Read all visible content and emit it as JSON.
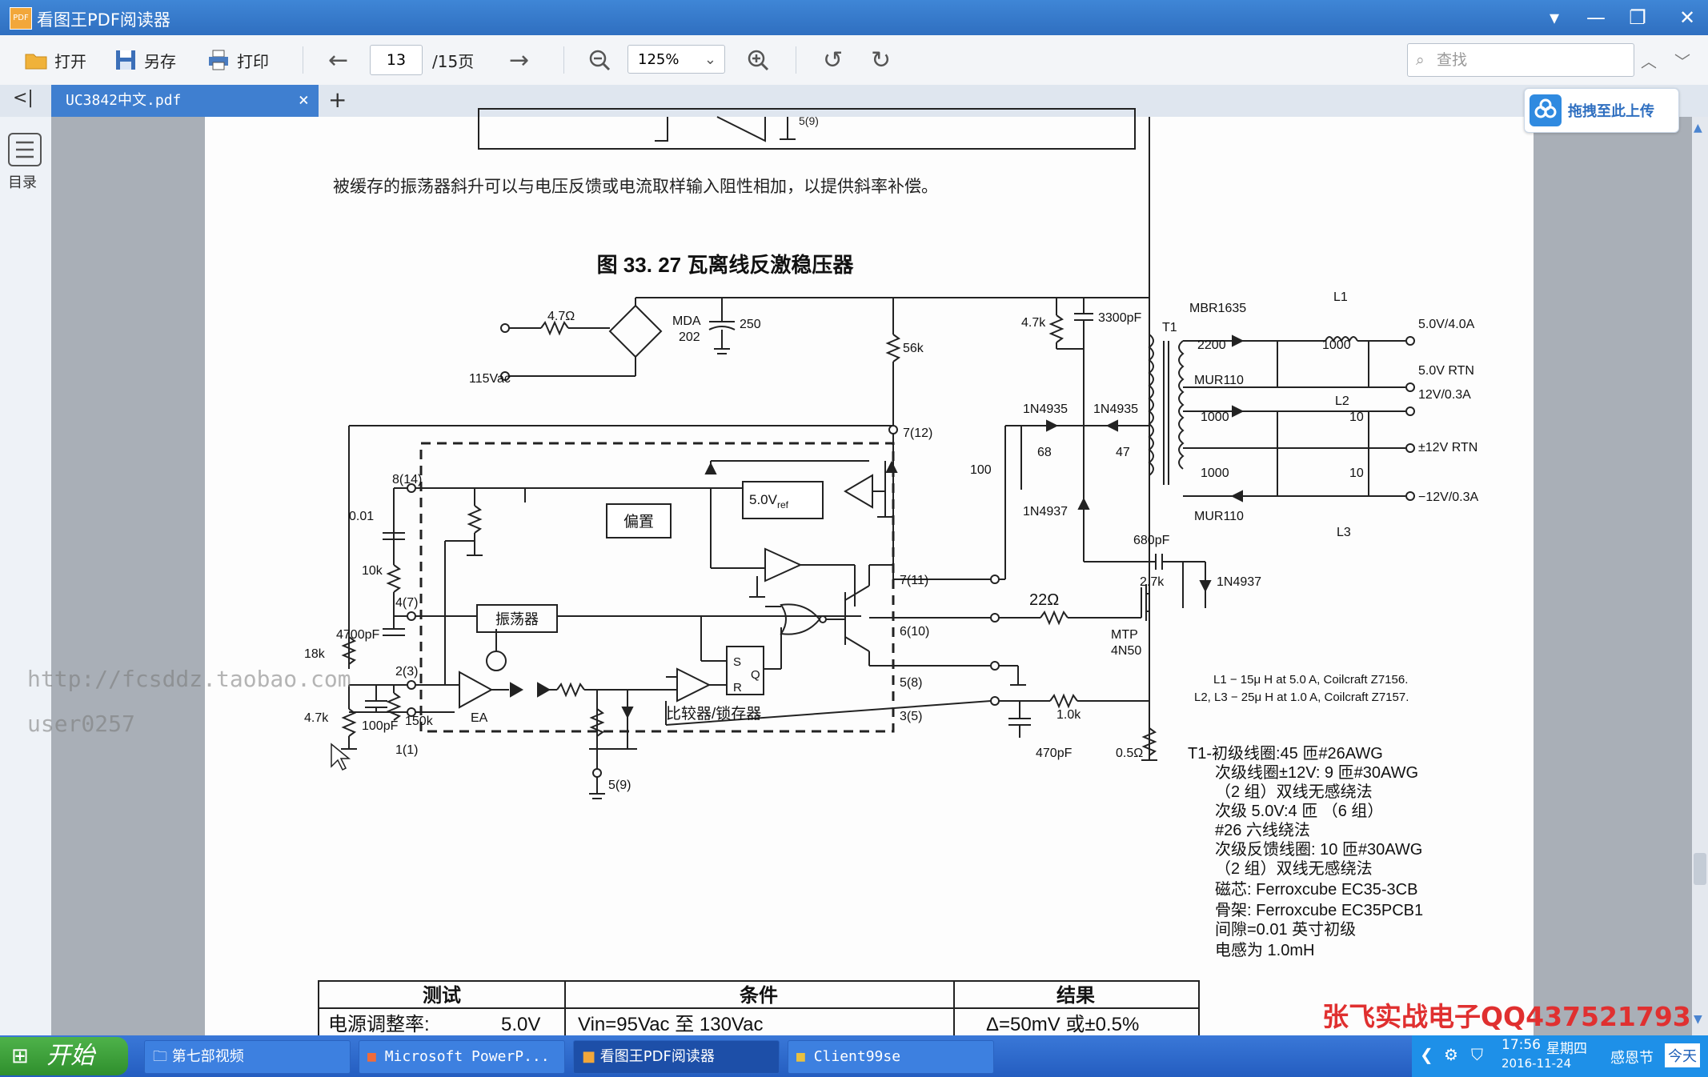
{
  "window": {
    "title": "看图王PDF阅读器",
    "icon_label": "PDF"
  },
  "toolbar": {
    "open_label": "打开",
    "saveas_label": "另存",
    "print_label": "打印",
    "page_current": "13",
    "page_total": "/15页",
    "zoom_value": "125%",
    "search_placeholder": "查找"
  },
  "tabs": {
    "active_file": "UC3842中文.pdf",
    "close": "×",
    "new": "+"
  },
  "sidebar": {
    "collapse": "<|",
    "toc_label": "目录"
  },
  "upload": {
    "label": "拖拽至此上传"
  },
  "document": {
    "top_figure_label": "5(9)",
    "paragraph": "被缓存的振荡器斜升可以与电压反馈或电流取样输入阻性相加，以提供斜率补偿。",
    "figure_title": "图 33.   27 瓦离线反激稳压器",
    "schematic": {
      "ac_input": "115Vac",
      "r_input": "4.7Ω",
      "bridge": "MDA",
      "bridge_num": "202",
      "cap_250": "250",
      "r_56k": "56k",
      "pin_7_12": "7(12)",
      "r_47k_top": "4.7k",
      "cap_3300": "3300pF",
      "transformer": "T1",
      "d_mbr": "MBR1635",
      "inductor_l1": "L1",
      "c_2200": "2200",
      "c_1000_a": "1000",
      "out_5v": "5.0V/4.0A",
      "out_5v_rtn": "5.0V RTN",
      "d_mur_a": "MUR110",
      "out_12v": "12V/0.3A",
      "inductor_l2": "L2",
      "c_1000_b": "1000",
      "c_10_a": "10",
      "out_12_rtn": "±12V RTN",
      "c_1000_c": "1000",
      "c_10_b": "10",
      "out_neg12": "−12V/0.3A",
      "d_mur_b": "MUR110",
      "inductor_l3": "L3",
      "d_1n4935_a": "1N4935",
      "d_1n4935_b": "1N4935",
      "c_100": "100",
      "r_68": "68",
      "c_47": "47",
      "d_1n4937_a": "1N4937",
      "c_680": "680pF",
      "r_27k": "2.7k",
      "d_1n4937_b": "1N4937",
      "r_22": "22Ω",
      "mosfet": "MTP",
      "mosfet_num": "4N50",
      "pin_8_14": "8(14)",
      "c_001": "0.01",
      "r_10k": "10k",
      "pin_4_7": "4(7)",
      "c_4700": "4700pF",
      "r_18k": "18k",
      "pin_2_3": "2(3)",
      "r_47k": "4.7k",
      "c_100pf": "100pF",
      "r_150k": "150k",
      "pin_1_1": "1(1)",
      "pin_5_9": "5(9)",
      "vref": "5.0V",
      "vref_sub": "ref",
      "bias": "偏置",
      "oscillator": "振荡器",
      "ea": "EA",
      "latch_s": "S",
      "latch_r": "R",
      "latch_q": "Q",
      "comparator": "比较器/锁存器",
      "pin_7_11": "7(11)",
      "pin_6_10": "6(10)",
      "pin_5_8": "5(8)",
      "pin_3_5": "3(5)",
      "r_10k_b": "1.0k",
      "c_470": "470pF",
      "r_05": "0.5Ω"
    },
    "notes": {
      "l1": "L1 − 15μ H at 5.0 A, Coilcraft Z7156.",
      "l2l3": "L2, L3 − 25μ H at 1.0 A, Coilcraft Z7157."
    },
    "t1_spec": [
      "T1-初级线圈:45 匝#26AWG",
      "次级线圈±12V:  9 匝#30AWG",
      "（2 组）双线无感绕法",
      "次级 5.0V:4 匝 （6 组）",
      "#26 六线绕法",
      "次级反馈线圈:  10 匝#30AWG",
      "（2 组）双线无感绕法",
      "磁芯:  Ferroxcube EC35-3CB",
      "骨架:  Ferroxcube EC35PCB1",
      "间隙=0.01 英寸初级",
      "电感为 1.0mH"
    ],
    "table": {
      "headers": [
        "测试",
        "条件",
        "结果"
      ],
      "row": [
        "电源调整率:",
        "5.0V",
        "Vin=95Vac 至 130Vac",
        "Δ=50mV 或±0.5%"
      ]
    }
  },
  "watermarks": {
    "url": "http://fcsddz.taobao.com",
    "user": "user0257",
    "brand": "张飞实战电子QQ437521793"
  },
  "taskbar": {
    "start": "开始",
    "items": [
      "第七部视频",
      "Microsoft PowerP...",
      "看图王PDF阅读器",
      "Client99se"
    ],
    "time": "17:56",
    "weekday": "星期四",
    "date": "2016-11-24",
    "holiday": "感恩节",
    "today": "今天"
  }
}
